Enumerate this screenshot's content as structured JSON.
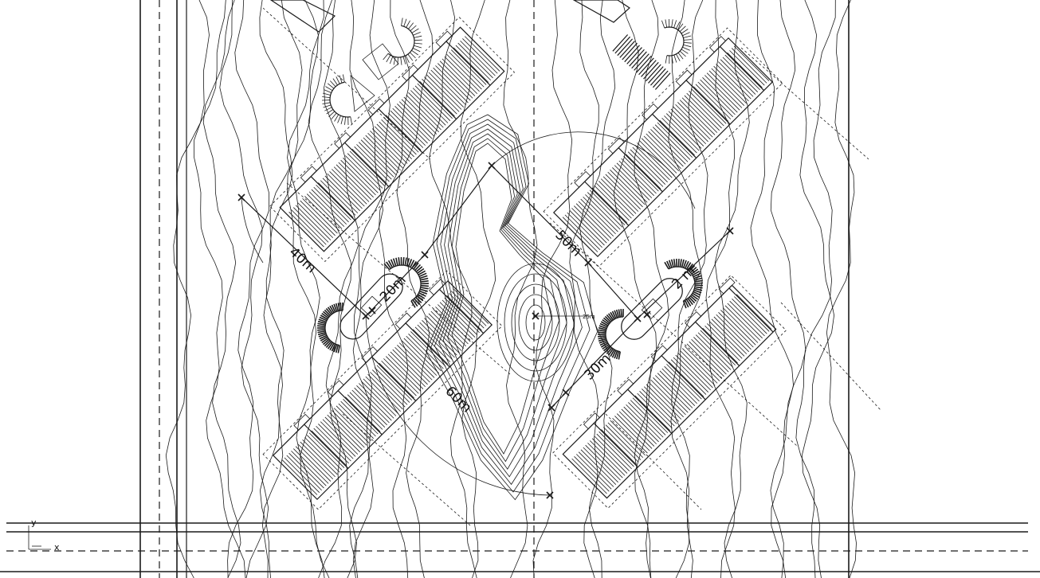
{
  "canvas": {
    "background": "#ffffff",
    "ink": "#1a1a1a"
  },
  "dimensions": {
    "d40": "40m",
    "d20a": "20m",
    "d50": "50m",
    "d20b": "2 m",
    "d30": "30m",
    "d60": "60m",
    "d25": "25m"
  },
  "ucs": {
    "y_label": "y",
    "x_label": "x"
  },
  "icons": {
    "ucs": "ucs-axis-icon"
  }
}
